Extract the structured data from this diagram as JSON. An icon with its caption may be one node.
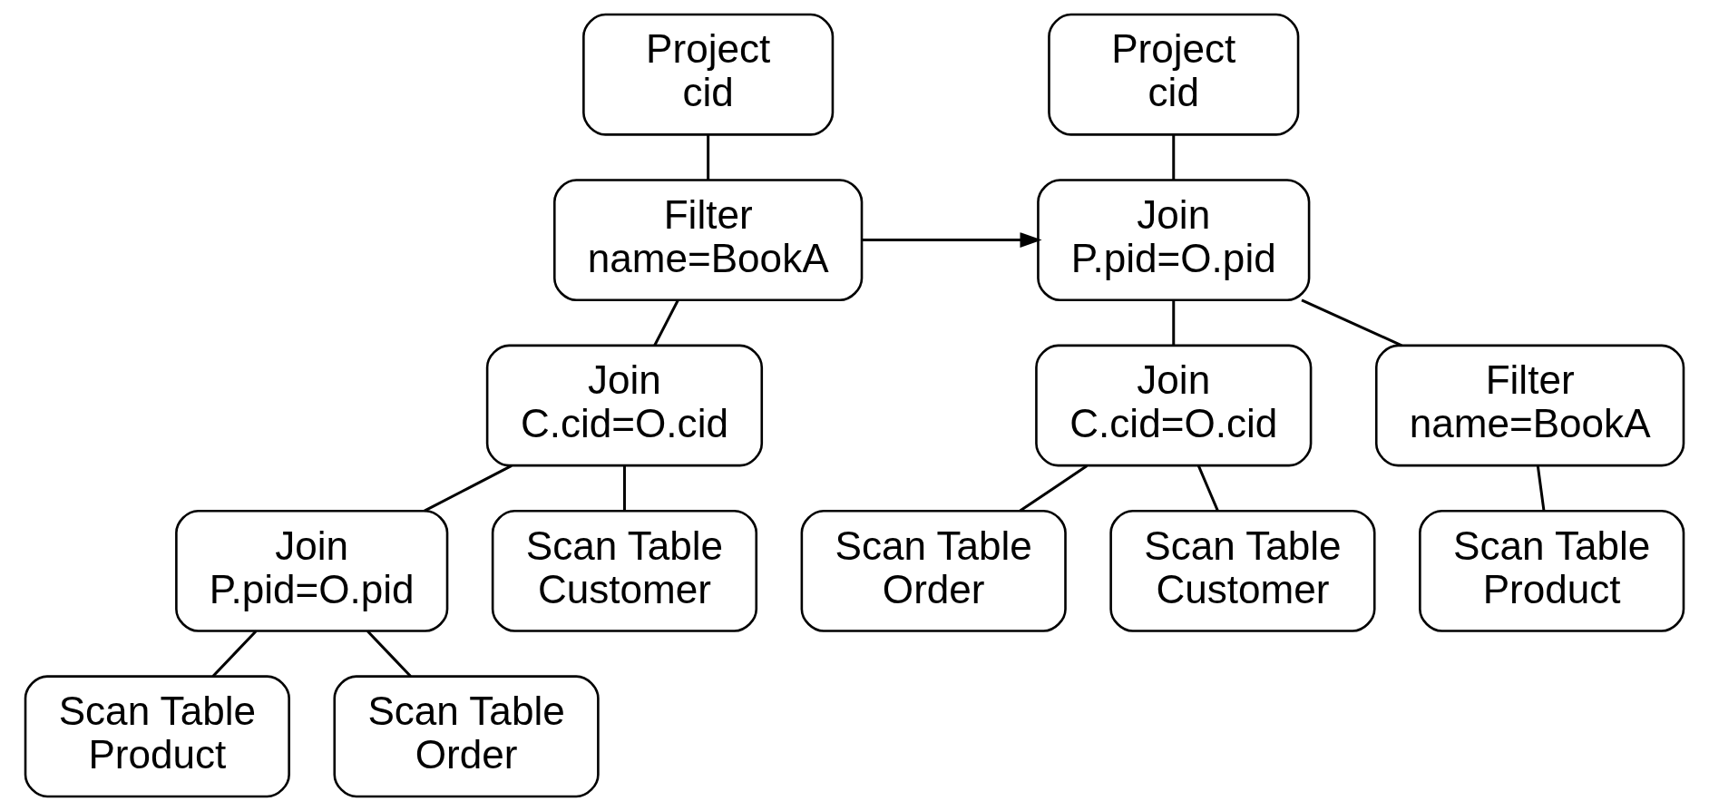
{
  "diagram": {
    "nodes": [
      {
        "text": [
          "Project",
          "cid"
        ]
      },
      {
        "text": [
          "Filter",
          "name=BookA"
        ]
      },
      {
        "text": [
          "Join",
          "C.cid=O.cid"
        ]
      },
      {
        "text": [
          "Join",
          "P.pid=O.pid"
        ]
      },
      {
        "text": [
          "Scan Table",
          "Customer"
        ]
      },
      {
        "text": [
          "Scan Table",
          "Product"
        ]
      },
      {
        "text": [
          "Scan Table",
          "Order"
        ]
      },
      {
        "text": [
          "Project",
          "cid"
        ]
      },
      {
        "text": [
          "Join",
          "P.pid=O.pid"
        ]
      },
      {
        "text": [
          "Join",
          "C.cid=O.cid"
        ]
      },
      {
        "text": [
          "Filter",
          "name=BookA"
        ]
      },
      {
        "text": [
          "Scan Table",
          "Order"
        ]
      },
      {
        "text": [
          "Scan Table",
          "Customer"
        ]
      },
      {
        "text": [
          "Scan Table",
          "Product"
        ]
      }
    ],
    "edges": [
      {
        "from": 0,
        "to": 1,
        "arrow": "none"
      },
      {
        "from": 1,
        "to": 2,
        "arrow": "none"
      },
      {
        "from": 2,
        "to": 3,
        "arrow": "none"
      },
      {
        "from": 2,
        "to": 4,
        "arrow": "none"
      },
      {
        "from": 3,
        "to": 5,
        "arrow": "none"
      },
      {
        "from": 3,
        "to": 6,
        "arrow": "none"
      },
      {
        "from": 1,
        "to": 8,
        "arrow": "to"
      },
      {
        "from": 7,
        "to": 8,
        "arrow": "none"
      },
      {
        "from": 8,
        "to": 9,
        "arrow": "none"
      },
      {
        "from": 8,
        "to": 10,
        "arrow": "none"
      },
      {
        "from": 9,
        "to": 11,
        "arrow": "none"
      },
      {
        "from": 9,
        "to": 12,
        "arrow": "none"
      },
      {
        "from": 10,
        "to": 13,
        "arrow": "none"
      }
    ]
  }
}
